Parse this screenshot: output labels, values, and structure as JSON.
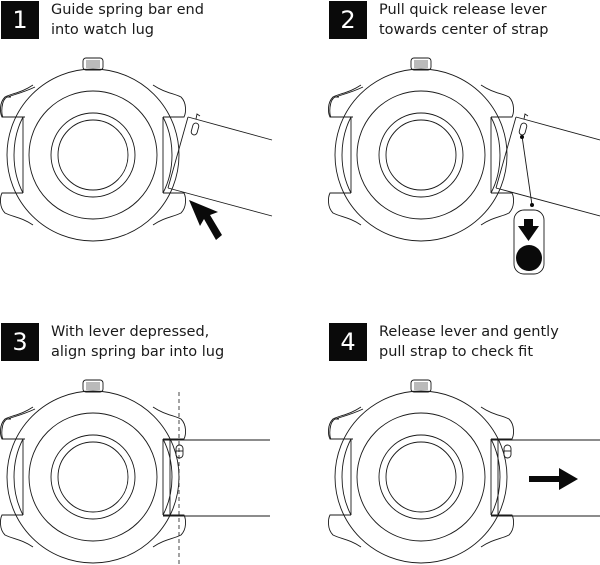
{
  "steps": [
    {
      "number": "1",
      "lines": [
        "Guide spring bar end",
        "into watch lug"
      ],
      "annotation": "diagonal-arrow-icon"
    },
    {
      "number": "2",
      "lines": [
        "Pull quick release lever",
        "towards center of strap"
      ],
      "annotation": "press-down-lever-icon"
    },
    {
      "number": "3",
      "lines": [
        "With lever depressed,",
        "align spring bar into lug"
      ],
      "annotation": "dashed-alignment-guide"
    },
    {
      "number": "4",
      "lines": [
        "Release lever and gently",
        "pull strap to check fit"
      ],
      "annotation": "right-arrow-icon"
    }
  ],
  "colors": {
    "ink": "#1a1a1a",
    "badge": "#0a0a0a",
    "background": "#ffffff"
  }
}
